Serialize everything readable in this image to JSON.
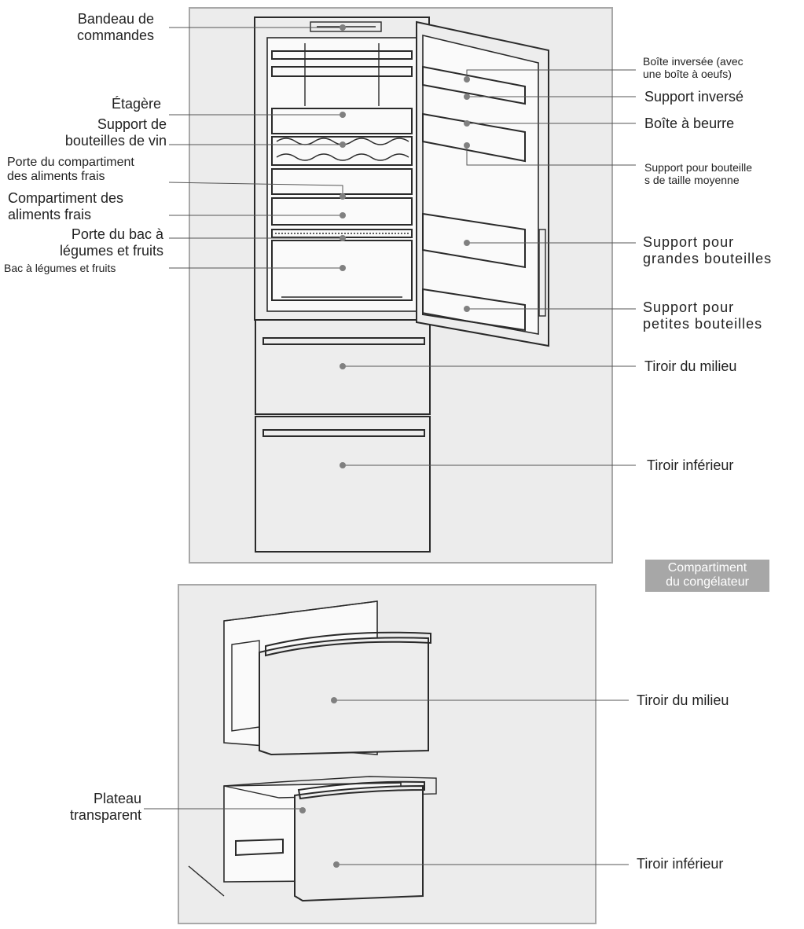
{
  "sections": {
    "freezer_tag": "Compartiment\ndu congélateur"
  },
  "labels": {
    "bandeau": "Bandeau de\ncommandes",
    "etagere": "Étagère",
    "support_vin": "Support de\nbouteilles de vin",
    "porte_frais": "Porte du compartiment\ndes aliments frais",
    "compartiment_frais": "Compartiment des\naliments frais",
    "porte_bac": "Porte du bac à\nlégumes et fruits",
    "bac": "Bac à légumes et fruits",
    "boite_inversee": "Boîte inversée (avec\nune boîte à oeufs)",
    "support_inverse": "Support inversé",
    "boite_beurre": "Boîte à beurre",
    "support_moyenne": "Support pour bouteille\ns de taille moyenne",
    "support_grandes": "Support pour\ngrandes bouteilles",
    "support_petites": "Support pour\npetites bouteilles",
    "tiroir_milieu_1": "Tiroir du milieu",
    "tiroir_inferieur_1": "Tiroir inférieur",
    "tiroir_milieu_2": "Tiroir du milieu",
    "plateau": "Plateau\ntransparent",
    "tiroir_inferieur_2": "Tiroir inférieur"
  },
  "icons": {
    "leader_dot": "grey-dot-icon"
  },
  "colors": {
    "panel_fill": "#ececec",
    "panel_border": "#a8a8a8",
    "line": "#2a2a2a",
    "leader": "#555555",
    "tag_bg": "#a7a7a7"
  }
}
